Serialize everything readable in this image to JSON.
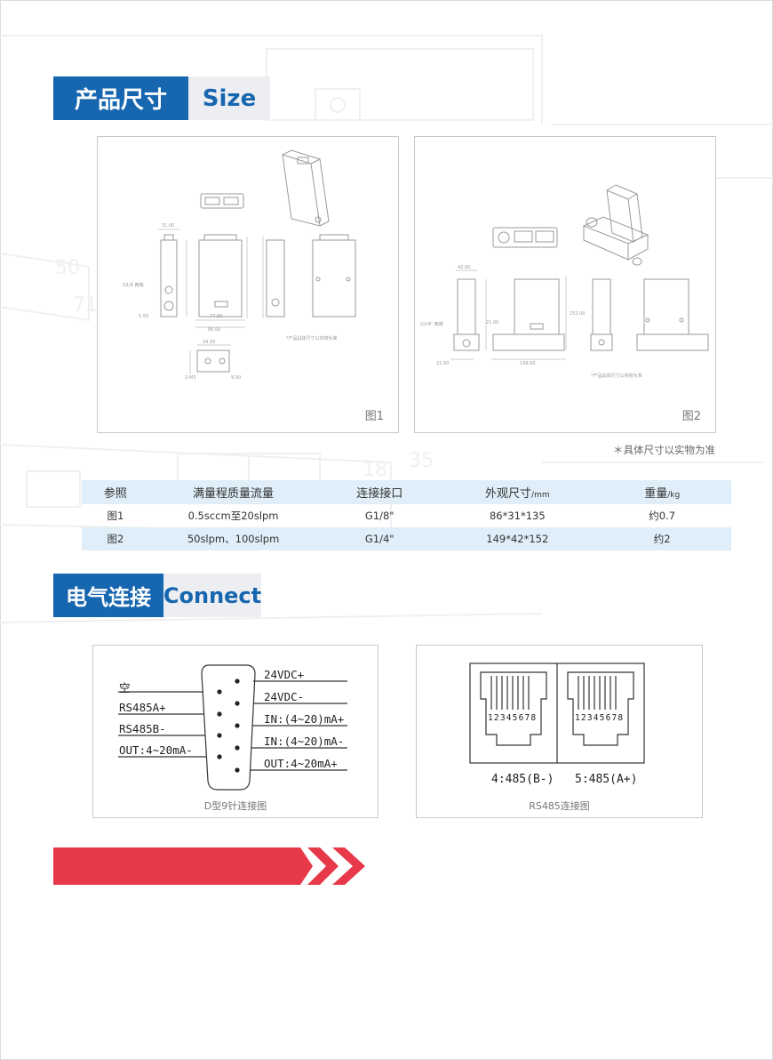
{
  "size_section": {
    "title_cn": "产品尺寸",
    "title_en": "Size"
  },
  "figures": [
    {
      "label": "图1",
      "note": "*产品具体尺寸以实物为准"
    },
    {
      "label": "图2",
      "note": "*产品具体尺寸以实物为准"
    }
  ],
  "size_note": "＊具体尺寸以实物为准",
  "spec_table": {
    "headers": [
      "参照",
      "满量程质量流量",
      "连接接口",
      "外观尺寸",
      "重量"
    ],
    "header_units": [
      "",
      "",
      "",
      "/mm",
      "/kg"
    ],
    "rows": [
      [
        "图1",
        "0.5sccm至20slpm",
        "G1/8\"",
        "86*31*135",
        "约0.7"
      ],
      [
        "图2",
        "50slpm、100slpm",
        "G1/4\"",
        "149*42*152",
        "约2"
      ]
    ]
  },
  "connect_section": {
    "title_cn": "电气连接",
    "title_en": "Connect"
  },
  "dsub": {
    "caption": "D型9针连接图",
    "left_labels": [
      "空",
      "RS485A+",
      "RS485B-",
      "OUT:4~20mA-"
    ],
    "right_labels": [
      "24VDC+",
      "24VDC-",
      "IN:(4~20)mA+",
      "IN:(4~20)mA-",
      "OUT:4~20mA+"
    ]
  },
  "rs485": {
    "caption": "RS485连接图",
    "pin_numbers": "12345678",
    "left_port_label": "4:485(B-)",
    "right_port_label": "5:485(A+)"
  },
  "colors": {
    "brand_blue": "#1766b0",
    "banner_red": "#e8394a",
    "table_shade": "#dfeef8"
  }
}
